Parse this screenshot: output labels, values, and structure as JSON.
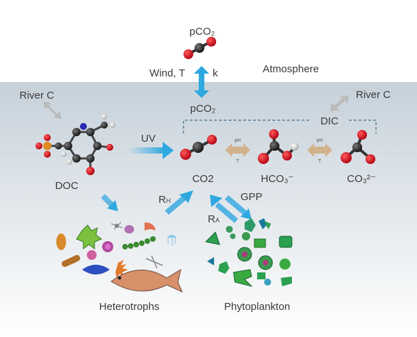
{
  "labels": {
    "pco2_atm": "pCO₂",
    "wind_t": "Wind, T",
    "k": "k",
    "atmosphere": "Atmosphere",
    "pco2_water": "pCO₂",
    "river_c_left": "River C",
    "river_c_right": "River C",
    "dic": "DIC",
    "uv": "UV",
    "doc": "DOC",
    "co2": "CO2",
    "hco3": "HCO₃⁻",
    "co3": "CO₃²⁻",
    "ph1": "pH",
    "t1": "T",
    "ph2": "pH",
    "t2": "T",
    "rh": "R",
    "rh_sub": "H",
    "ra": "R",
    "ra_sub": "A",
    "gpp": "GPP",
    "heterotrophs": "Heterotrophs",
    "phytoplankton": "Phytoplankton"
  },
  "colors": {
    "flux_arrow": "#2fa8e0",
    "equilibrium_arrow": "#d2b28c",
    "river_arrow": "#b8b8b8",
    "oxygen": "#d0101a",
    "carbon": "#2a2a2a",
    "water_top": "#c6d1da"
  }
}
